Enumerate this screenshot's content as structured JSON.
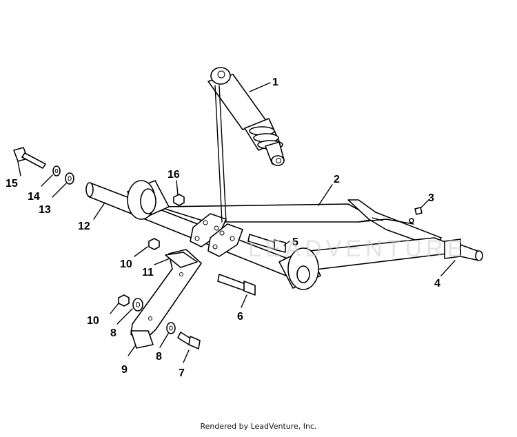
{
  "diagram": {
    "callouts": [
      {
        "id": "c1",
        "label": "1"
      },
      {
        "id": "c2",
        "label": "2"
      },
      {
        "id": "c3",
        "label": "3"
      },
      {
        "id": "c4",
        "label": "4"
      },
      {
        "id": "c5",
        "label": "5"
      },
      {
        "id": "c6",
        "label": "6"
      },
      {
        "id": "c7",
        "label": "7"
      },
      {
        "id": "c8a",
        "label": "8"
      },
      {
        "id": "c8b",
        "label": "8"
      },
      {
        "id": "c9",
        "label": "9"
      },
      {
        "id": "c10a",
        "label": "10"
      },
      {
        "id": "c10b",
        "label": "10"
      },
      {
        "id": "c11",
        "label": "11"
      },
      {
        "id": "c12",
        "label": "12"
      },
      {
        "id": "c13",
        "label": "13"
      },
      {
        "id": "c14",
        "label": "14"
      },
      {
        "id": "c15",
        "label": "15"
      },
      {
        "id": "c16",
        "label": "16"
      }
    ],
    "watermark": "LEADVENTURE",
    "footer": "Rendered by LeadVenture, Inc."
  }
}
